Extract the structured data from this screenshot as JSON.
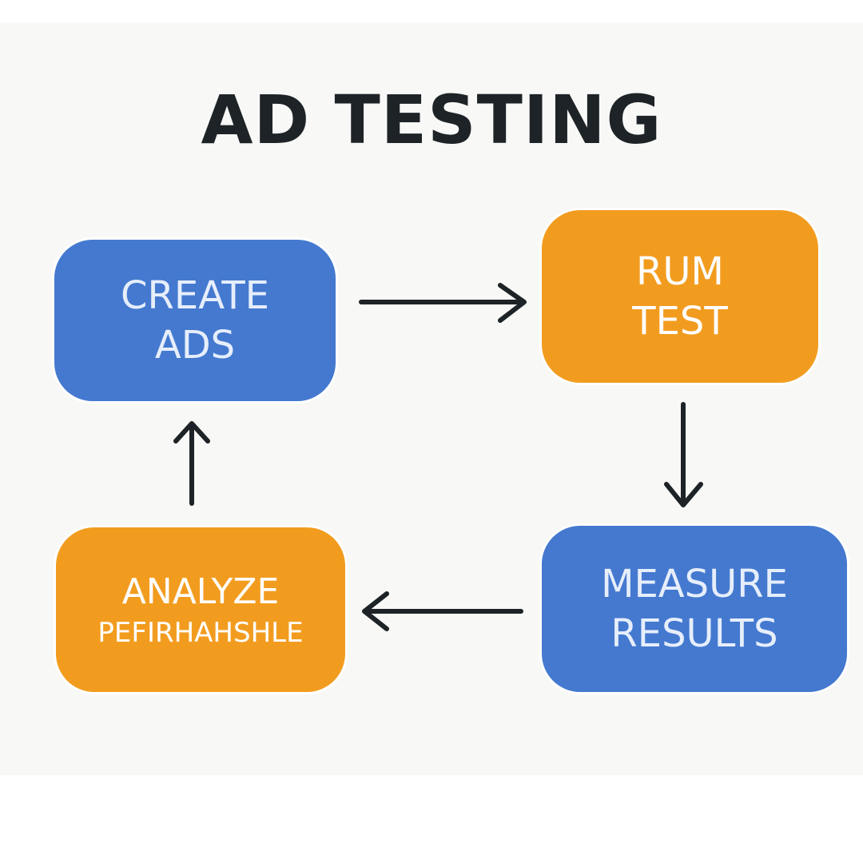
{
  "diagram": {
    "title": "AD TESTING",
    "nodes": [
      {
        "id": "create-ads",
        "lines": [
          "CREATE",
          "ADS"
        ],
        "color": "#4479cf"
      },
      {
        "id": "run-test",
        "lines": [
          "RUM",
          "TEST"
        ],
        "color": "#f29c1f"
      },
      {
        "id": "measure-results",
        "lines": [
          "MEASURE",
          "RESULTS"
        ],
        "color": "#4479cf"
      },
      {
        "id": "analyze-performance",
        "lines": [
          "ANALYZE",
          "PEFIRHAHSHLE"
        ],
        "color": "#f29c1f"
      }
    ],
    "edges": [
      {
        "from": "create-ads",
        "to": "run-test"
      },
      {
        "from": "run-test",
        "to": "measure-results"
      },
      {
        "from": "measure-results",
        "to": "analyze-performance"
      },
      {
        "from": "analyze-performance",
        "to": "create-ads"
      }
    ],
    "background_color": "#f8f8f6",
    "arrow_color": "#1d2326"
  }
}
